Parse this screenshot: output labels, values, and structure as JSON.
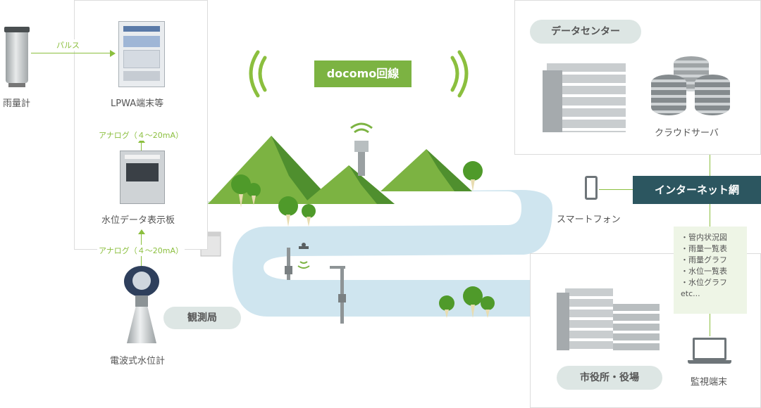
{
  "rain_gauge": {
    "label": "雨量計"
  },
  "pulse_link": {
    "label": "パルス"
  },
  "lpwa": {
    "label": "LPWA端末等"
  },
  "analog_top": {
    "label": "アナログ（４～20mA）"
  },
  "display_board": {
    "label": "水位データ表示板"
  },
  "analog_bottom": {
    "label": "アナログ（４～20mA）"
  },
  "radar_gauge": {
    "label": "電波式水位計"
  },
  "station": {
    "label": "観測局"
  },
  "docomo": {
    "label": "docomo回線"
  },
  "data_center": {
    "title": "データセンター",
    "server_label": "クラウドサーバ"
  },
  "internet": {
    "label": "インターネット網"
  },
  "smartphone": {
    "label": "スマートフォン"
  },
  "city_office": {
    "title": "市役所・役場",
    "terminal_label": "監視端末"
  },
  "info_list": {
    "items": [
      "・管内状況図",
      "・雨量一覧表",
      "・雨量グラフ",
      "・水位一覧表",
      "・水位グラフ",
      "etc..."
    ]
  },
  "colors": {
    "green": "#7cb342",
    "mountain": "#6aa83a",
    "river": "#cfe5ef",
    "dark_teal": "#2c5660",
    "pill": "#dde6e4"
  }
}
